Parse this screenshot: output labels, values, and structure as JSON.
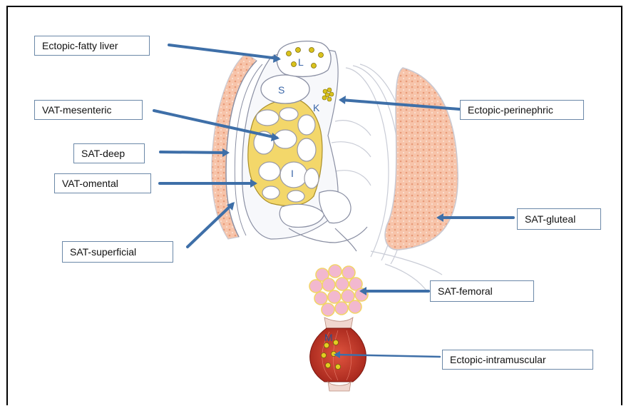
{
  "labels": {
    "ectopic_fatty_liver": "Ectopic-fatty liver",
    "vat_mesenteric": "VAT-mesenteric",
    "sat_deep": "SAT-deep",
    "vat_omental": "VAT-omental",
    "sat_superficial": "SAT-superficial",
    "ectopic_perinephric": "Ectopic-perinephric",
    "sat_gluteal": "SAT-gluteal",
    "sat_femoral": "SAT-femoral",
    "ectopic_intramuscular": "Ectopic-intramuscular"
  },
  "organ_letters": {
    "liver": "L",
    "stomach": "S",
    "kidney": "K",
    "intestine": "I",
    "muscle": "M"
  },
  "colors": {
    "arrow": "#3e6fa8",
    "box_border": "#6b88a8",
    "fat_pink": "#f2b49a",
    "visceral_yellow": "#f3d76a",
    "ectopic_dot": "#d9c21c",
    "muscle_red": "#c8392b",
    "femoral_cell": "#f2b8cf"
  }
}
